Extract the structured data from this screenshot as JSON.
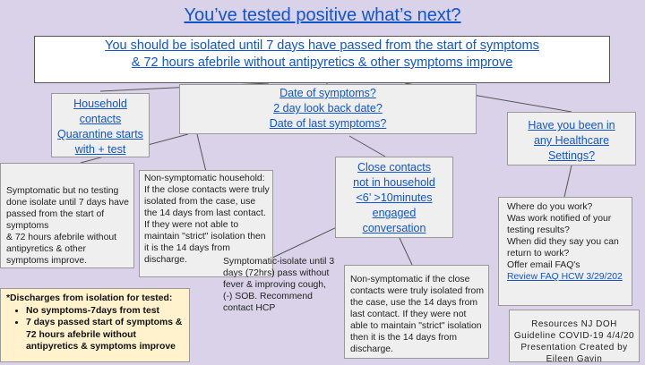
{
  "title": "You’ve tested positive what’s next?",
  "main_message": {
    "line1": "You should be isolated until 7 days have passed from the start of symptoms",
    "line2": "& 72 hours afebrile without antipyretics & other symptoms improve"
  },
  "household": {
    "l1": "Household",
    "l2": "contacts",
    "l3": "Quarantine starts",
    "l4": "with + test"
  },
  "symptom_date": {
    "l1": "Date of symptoms?",
    "l2": "2 day look back date?",
    "l3": "Date of last symptoms?"
  },
  "healthcare": {
    "l1": "Have you been in",
    "l2": "any Healthcare",
    "l3": "Settings?"
  },
  "close_contacts": {
    "l1": "Close contacts",
    "l2": "not in household",
    "l3": "<6’ >10minutes",
    "l4": "engaged",
    "l5": "conversation"
  },
  "symptomatic_text": "Symptomatic but no testing done isolate until 7 days have passed from the start of symptoms\n& 72 hours afebrile without antipyretics & other symptoms improve.",
  "nonsymptomatic_household_text": "Non-symptomatic household: If the close contacts were truly isolated from the case, use the 14 days from last contact. If they were not able to maintain \"strict\" isolation then it is the 14 days from discharge.",
  "symptomatic_isolate_text": "Symptomatic-isolate until 3 days (72hrs) pass without fever & improving cough, (-) SOB. Recommend contact HCP",
  "nonsymptomatic_close_text": "Non-symptomatic if the close contacts were truly isolated from the case, use the 14 days from last contact. If they were not able to maintain \"strict\" isolation then it is the 14 days from discharge.",
  "work_questions": {
    "q1": "Where do you work?",
    "q2": "Was work notified of your testing results?",
    "q3": "When did they say you can return to work?",
    "q4": "Offer email FAQ's",
    "link": "Review FAQ HCW 3/29/202"
  },
  "discharge": {
    "heading": "*Discharges from isolation for tested:",
    "item1": "No symptoms-7days from test",
    "item2": "7 days passed start of symptoms & 72 hours afebrile without antipyretics & symptoms improve"
  },
  "resources": {
    "l1": "Resources NJ DOH",
    "l2": "Guideline COVID-19 4/4/20",
    "l3": "Presentation Created by",
    "l4": "Eileen Gavin"
  }
}
